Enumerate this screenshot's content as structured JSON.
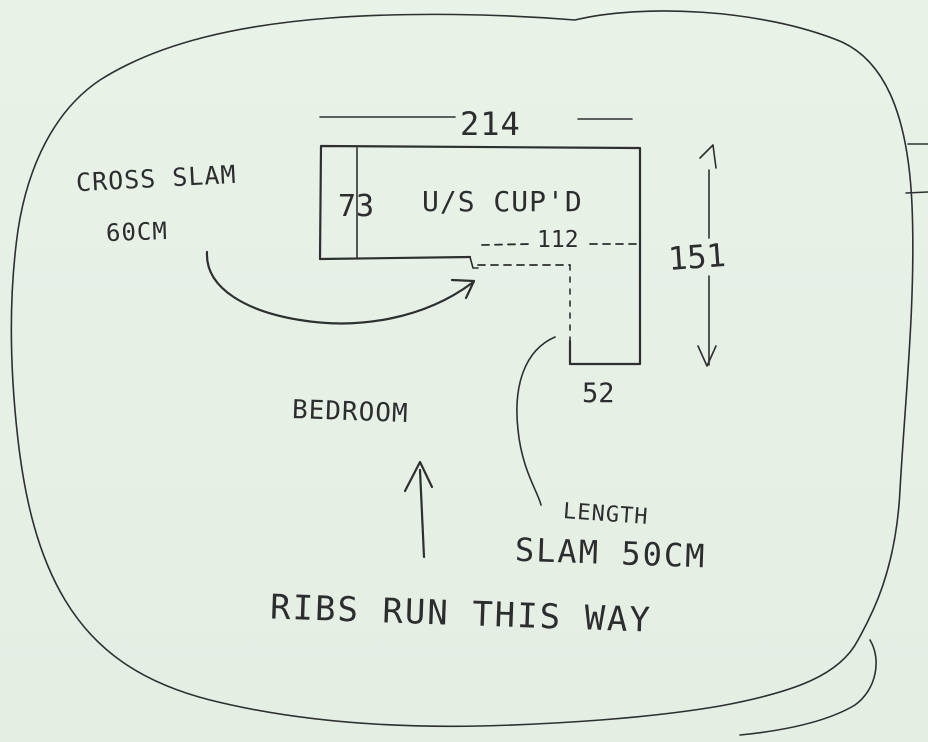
{
  "sketch": {
    "labels": {
      "cross_slam_line1": "CROSS SLAM",
      "cross_slam_line2": "60CM",
      "top_dimension": "214",
      "left_depth": "73",
      "cupboard": "U/S CUP'D",
      "inner_dimension": "112",
      "right_dimension": "151",
      "bottom_dimension": "52",
      "room": "BEDROOM",
      "length_slam_line1": "LENGTH",
      "length_slam_line2": "SLAM 50CM",
      "ribs_note": "RIBS RUN THIS WAY"
    }
  }
}
